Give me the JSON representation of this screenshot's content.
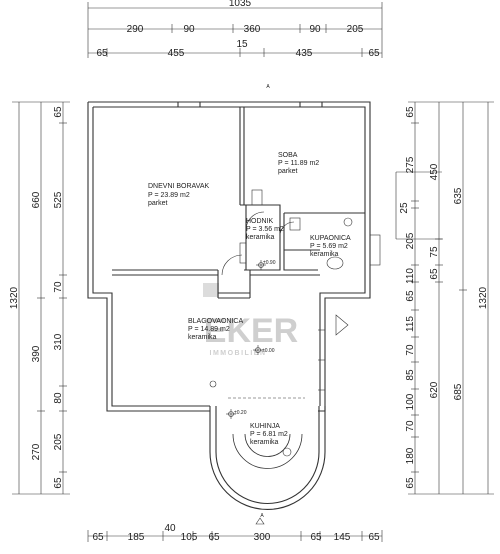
{
  "rooms": {
    "dnevni": {
      "name": "DNEVNI BORAVAK",
      "area": "P = 23.89 m2",
      "floor": "parket"
    },
    "soba": {
      "name": "SOBA",
      "area": "P = 11.89 m2",
      "floor": "parket"
    },
    "hodnik": {
      "name": "HODNIK",
      "area": "P = 3.56 m2",
      "floor": "keramika"
    },
    "kupaonica": {
      "name": "KUPAONICA",
      "area": "P = 5.69 m2",
      "floor": "keramika"
    },
    "blagovaonica": {
      "name": "BLAGOVAONICA",
      "area": "P = 14.89 m2",
      "floor": "keramika"
    },
    "kuhinja": {
      "name": "KUHINJA",
      "area": "P = 6.81 m2",
      "floor": "keramika"
    }
  },
  "levels": {
    "hodnik": "±0.90",
    "blagovaonica": "±0.00",
    "kuhinja": "±0.20"
  },
  "watermark": {
    "line1": "EKER",
    "line2": "IMMOBILIEN"
  },
  "section_marks": {
    "top": "A",
    "bottom": "A"
  },
  "dims_top": {
    "overall": "1035",
    "row1": [
      "290",
      "90",
      "360",
      "90",
      "205"
    ],
    "row2": [
      "65",
      "455",
      "15",
      "435",
      "65"
    ]
  },
  "dims_left_inner": [
    "65",
    "525",
    "70",
    "310",
    "80",
    "205",
    "65"
  ],
  "dims_left_outer": [
    "660",
    "390",
    "270"
  ],
  "dims_left_total": "1320",
  "dims_right_inner": [
    "65",
    "275",
    "25",
    "205",
    "110",
    "65",
    "115",
    "70",
    "85",
    "100",
    "70",
    "180",
    "65"
  ],
  "dims_right_mid": [
    "450",
    "75",
    "65",
    "620"
  ],
  "dims_right_outer": [
    "635",
    "685"
  ],
  "dims_right_total": "1320",
  "dims_bottom": {
    "row1": [
      "65",
      "185",
      "105",
      "65",
      "300",
      "65",
      "145",
      "65"
    ],
    "above": "40"
  }
}
